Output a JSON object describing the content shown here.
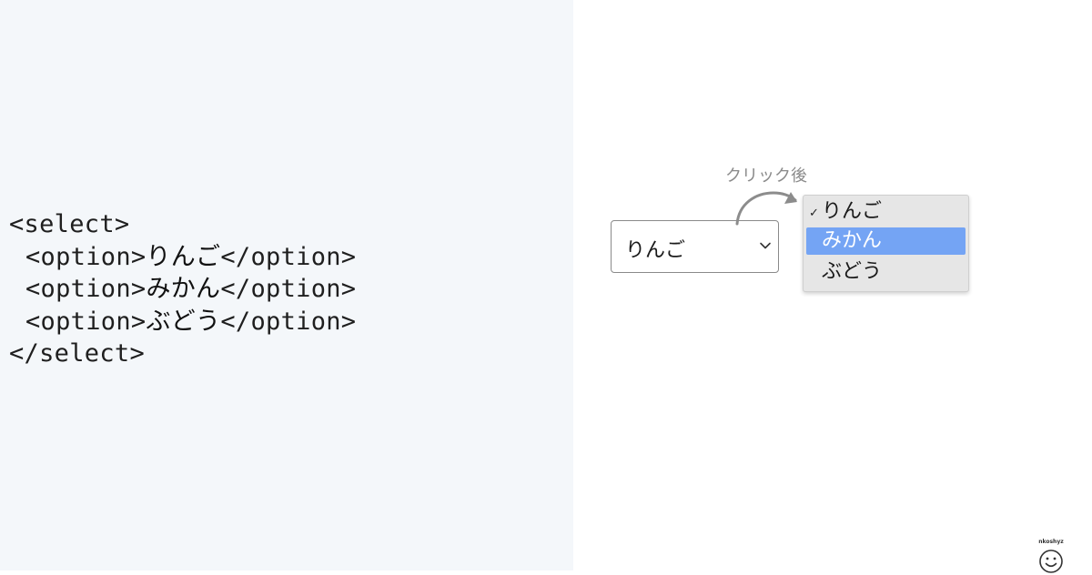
{
  "code": {
    "open_tag": "<select>",
    "option_open": "<option>",
    "option_close": "</option>",
    "options": [
      "りんご",
      "みかん",
      "ぶどう"
    ],
    "close_tag": "</select>"
  },
  "demo": {
    "caption": "クリック後",
    "select_value": "りんご",
    "dropdown": {
      "options": [
        {
          "label": "りんご",
          "checked": true
        },
        {
          "label": "みかん",
          "highlighted": true
        },
        {
          "label": "ぶどう"
        }
      ],
      "check_mark": "✓"
    },
    "icons": {
      "chevron": "chevron-down-icon",
      "arrow": "curved-arrow-icon",
      "check": "check-icon",
      "smiley": "smiley-icon"
    }
  },
  "logo": {
    "text": "nkoshyz"
  },
  "colors": {
    "code_panel_bg": "#f4f7fa",
    "highlight": "#74a4f4",
    "dropdown_bg": "#e6e6e6",
    "caption": "#8a8a8a"
  }
}
